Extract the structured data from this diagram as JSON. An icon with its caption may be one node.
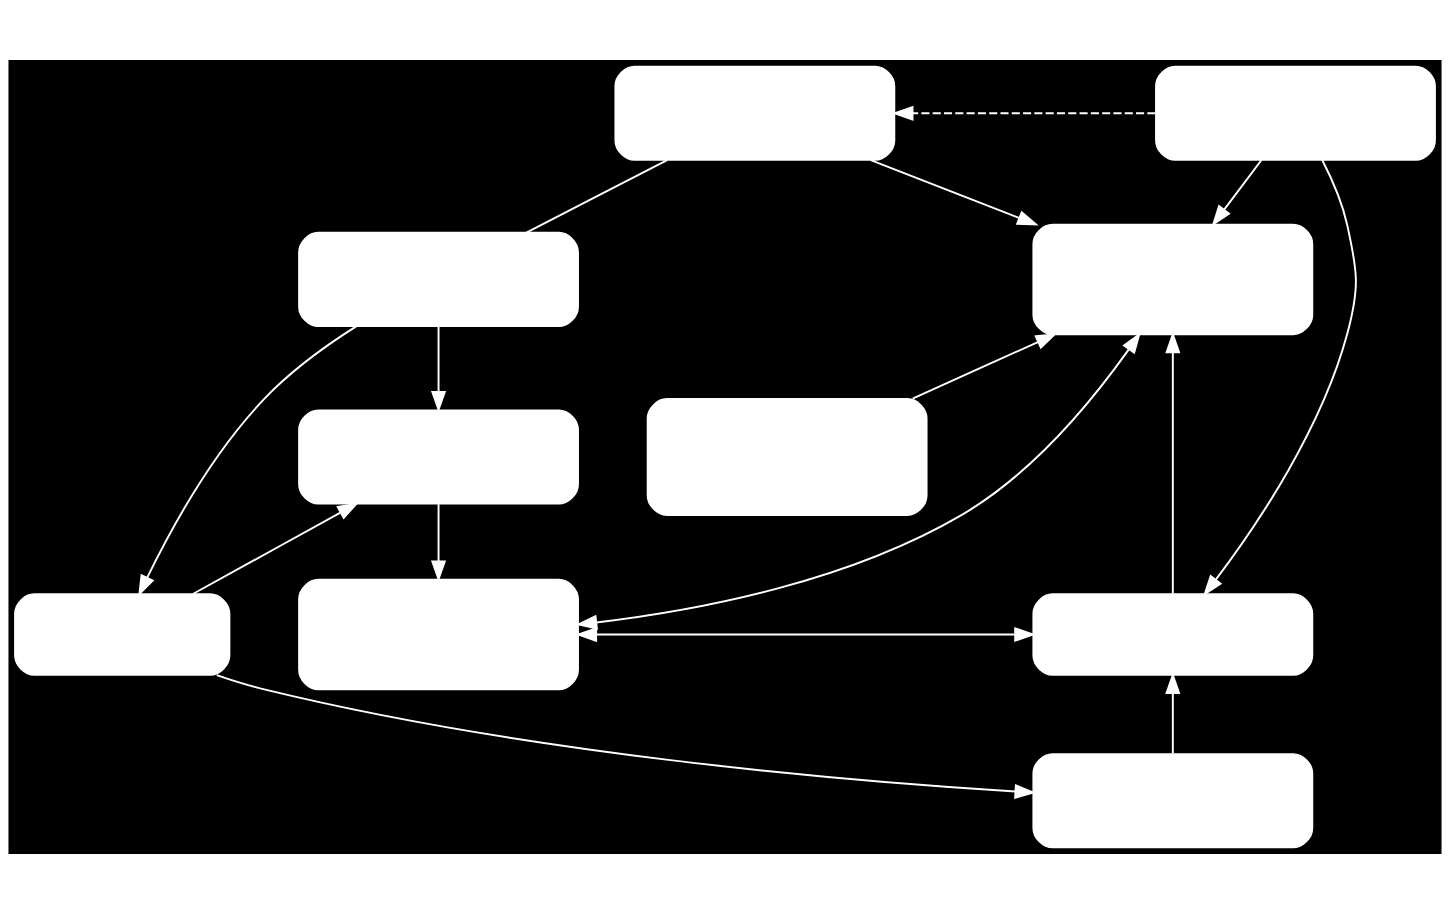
{
  "diagram": {
    "nodes": [
      {
        "text": [],
        "shape": "box"
      },
      {
        "text": [],
        "shape": "box"
      },
      {
        "text": [],
        "shape": "box"
      },
      {
        "text": [],
        "shape": "box"
      },
      {
        "text": [],
        "shape": "box"
      },
      {
        "text": [],
        "shape": "box"
      },
      {
        "text": [],
        "shape": "box"
      },
      {
        "text": [],
        "shape": "box"
      },
      {
        "text": [],
        "shape": "box"
      },
      {
        "text": [],
        "shape": "box"
      }
    ],
    "edges": [
      {
        "from": 1,
        "to": 0,
        "arrow": "to",
        "style": "dashed"
      },
      {
        "from": 0,
        "to": 2,
        "arrow": "none"
      },
      {
        "from": 0,
        "to": 3,
        "arrow": "to"
      },
      {
        "from": 1,
        "to": 3,
        "arrow": "to"
      },
      {
        "from": 1,
        "to": 8,
        "arrow": "to"
      },
      {
        "from": 2,
        "to": 6,
        "arrow": "to"
      },
      {
        "from": 6,
        "to": 4,
        "arrow": "to"
      },
      {
        "from": 2,
        "to": 4,
        "arrow": "to"
      },
      {
        "from": 4,
        "to": 7,
        "arrow": "to"
      },
      {
        "from": 7,
        "to": 3,
        "arrow": "both"
      },
      {
        "from": 5,
        "to": 3,
        "arrow": "to"
      },
      {
        "from": 8,
        "to": 3,
        "arrow": "to"
      },
      {
        "from": 7,
        "to": 8,
        "arrow": "both"
      },
      {
        "from": 9,
        "to": 8,
        "arrow": "to"
      },
      {
        "from": 6,
        "to": 9,
        "arrow": "to"
      }
    ]
  }
}
